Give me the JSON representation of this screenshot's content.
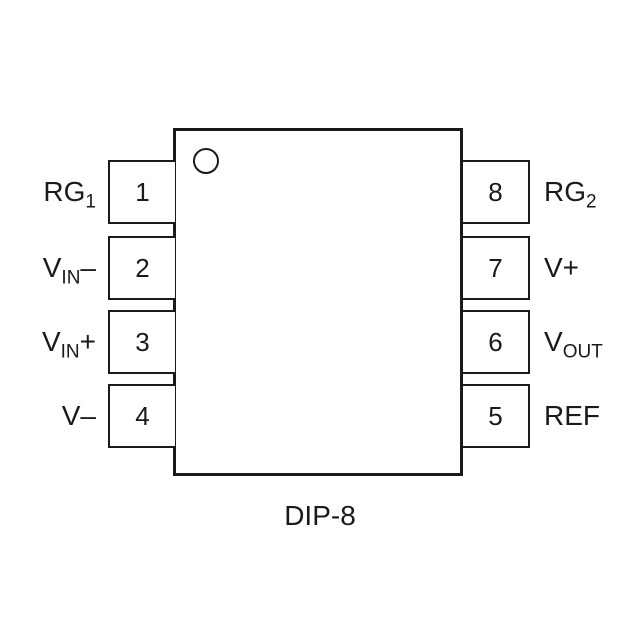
{
  "package": "DIP-8",
  "pins": {
    "p1": {
      "number": "1",
      "name": "RG",
      "sub": "1",
      "suffix": ""
    },
    "p2": {
      "number": "2",
      "name": "V",
      "sub": "IN",
      "suffix": "–"
    },
    "p3": {
      "number": "3",
      "name": "V",
      "sub": "IN",
      "suffix": "+"
    },
    "p4": {
      "number": "4",
      "name": "V–",
      "sub": "",
      "suffix": ""
    },
    "p5": {
      "number": "5",
      "name": "REF",
      "sub": "",
      "suffix": ""
    },
    "p6": {
      "number": "6",
      "name": "V",
      "sub": "OUT",
      "suffix": ""
    },
    "p7": {
      "number": "7",
      "name": "V+",
      "sub": "",
      "suffix": ""
    },
    "p8": {
      "number": "8",
      "name": "RG",
      "sub": "2",
      "suffix": ""
    }
  }
}
